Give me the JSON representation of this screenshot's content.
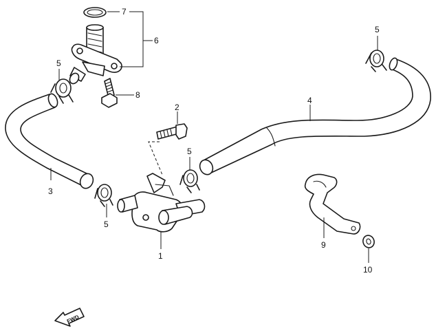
{
  "callouts": {
    "c1": "1",
    "c2": "2",
    "c3": "3",
    "c4": "4",
    "c5_top_right": "5",
    "c5_left": "5",
    "c5_middle": "5",
    "c5_lower": "5",
    "c6": "6",
    "c7": "7",
    "c8": "8",
    "c9": "9",
    "c10": "10"
  },
  "direction_marker": {
    "label": "FWD"
  },
  "colors": {
    "line": "#1a1a1a",
    "background": "#ffffff"
  }
}
